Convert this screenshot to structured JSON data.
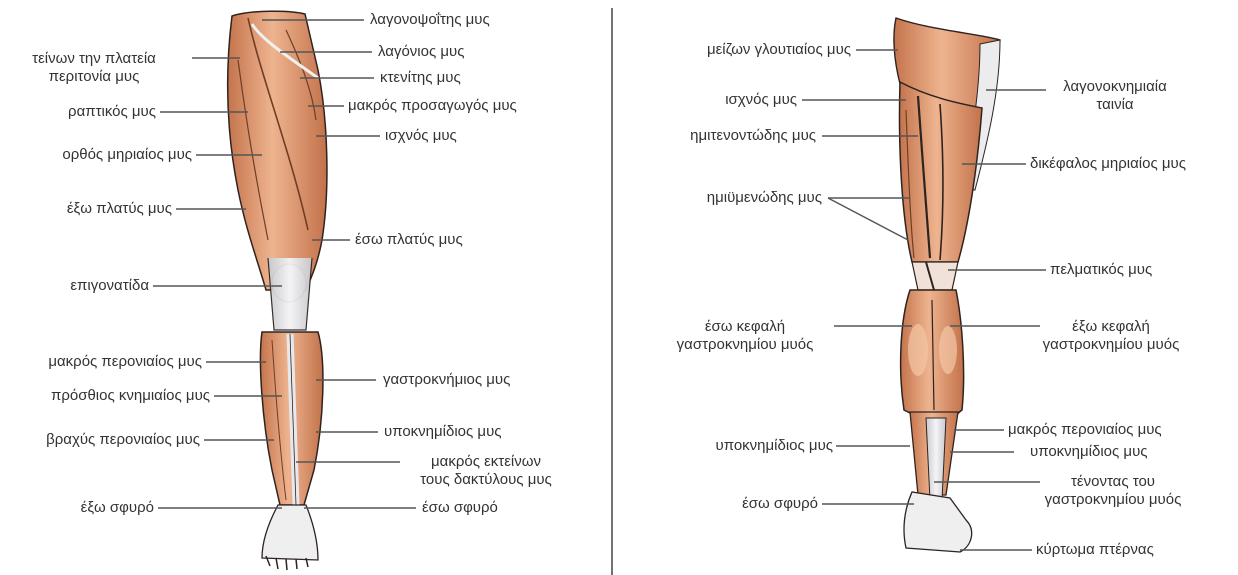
{
  "front_view": {
    "labels": {
      "iliopsoas": "λαγονοψοΐτης μυς",
      "iliacus": "λαγόνιος μυς",
      "pectineus": "κτενίτης μυς",
      "adductor_longus": "μακρός προσαγωγός μυς",
      "gracilis": "ισχνός μυς",
      "vastus_medialis": "έσω πλατύς μυς",
      "gastrocnemius": "γαστροκνήμιος μυς",
      "soleus": "υποκνημίδιος μυς",
      "ext_digitorum_1": "μακρός εκτείνων",
      "ext_digitorum_2": "τους δακτύλους μυς",
      "medial_malleolus": "έσω σφυρό",
      "tfl_1": "τείνων την πλατεία",
      "tfl_2": "περιτονία μυς",
      "sartorius": "ραπτικός μυς",
      "rectus_femoris": "ορθός μηριαίος μυς",
      "vastus_lateralis": "έξω πλατύς μυς",
      "patella": "επιγονατίδα",
      "peroneus_longus": "μακρός περονιαίος μυς",
      "tibialis_anterior": "πρόσθιος κνημιαίος μυς",
      "peroneus_brevis": "βραχύς περονιαίος μυς",
      "lateral_malleolus": "έξω σφυρό"
    }
  },
  "back_view": {
    "labels": {
      "gluteus_maximus": "μείζων γλουτιαίος μυς",
      "gracilis": "ισχνός μυς",
      "semitendinosus": "ημιτενοντώδης μυς",
      "semimembranosus": "ημιϋμενώδης μυς",
      "medial_head_1": "έσω κεφαλή",
      "medial_head_2": "γαστροκνημίου μυός",
      "soleus": "υποκνημίδιος μυς",
      "medial_malleolus": "έσω σφυρό",
      "it_band_1": "λαγονοκνημιαία",
      "it_band_2": "ταινία",
      "biceps_femoris": "δικέφαλος μηριαίος μυς",
      "plantaris": "πελματικός μυς",
      "lateral_head_1": "έξω κεφαλή",
      "lateral_head_2": "γαστροκνημίου μυός",
      "peroneus_longus": "μακρός περονιαίος μυς",
      "soleus_right": "υποκνημίδιος μυς",
      "achilles_1": "τένοντας του",
      "achilles_2": "γαστροκνημίου μυός",
      "calcaneus": "κύρτωμα πτέρνας"
    }
  },
  "colors": {
    "muscle": "#d9906a",
    "muscle_light": "#eeb48f",
    "muscle_dark": "#b4643f",
    "tendon": "#e6e6ea",
    "outline": "#2e2320",
    "leader_line": "#555555",
    "divider": "#444444"
  }
}
